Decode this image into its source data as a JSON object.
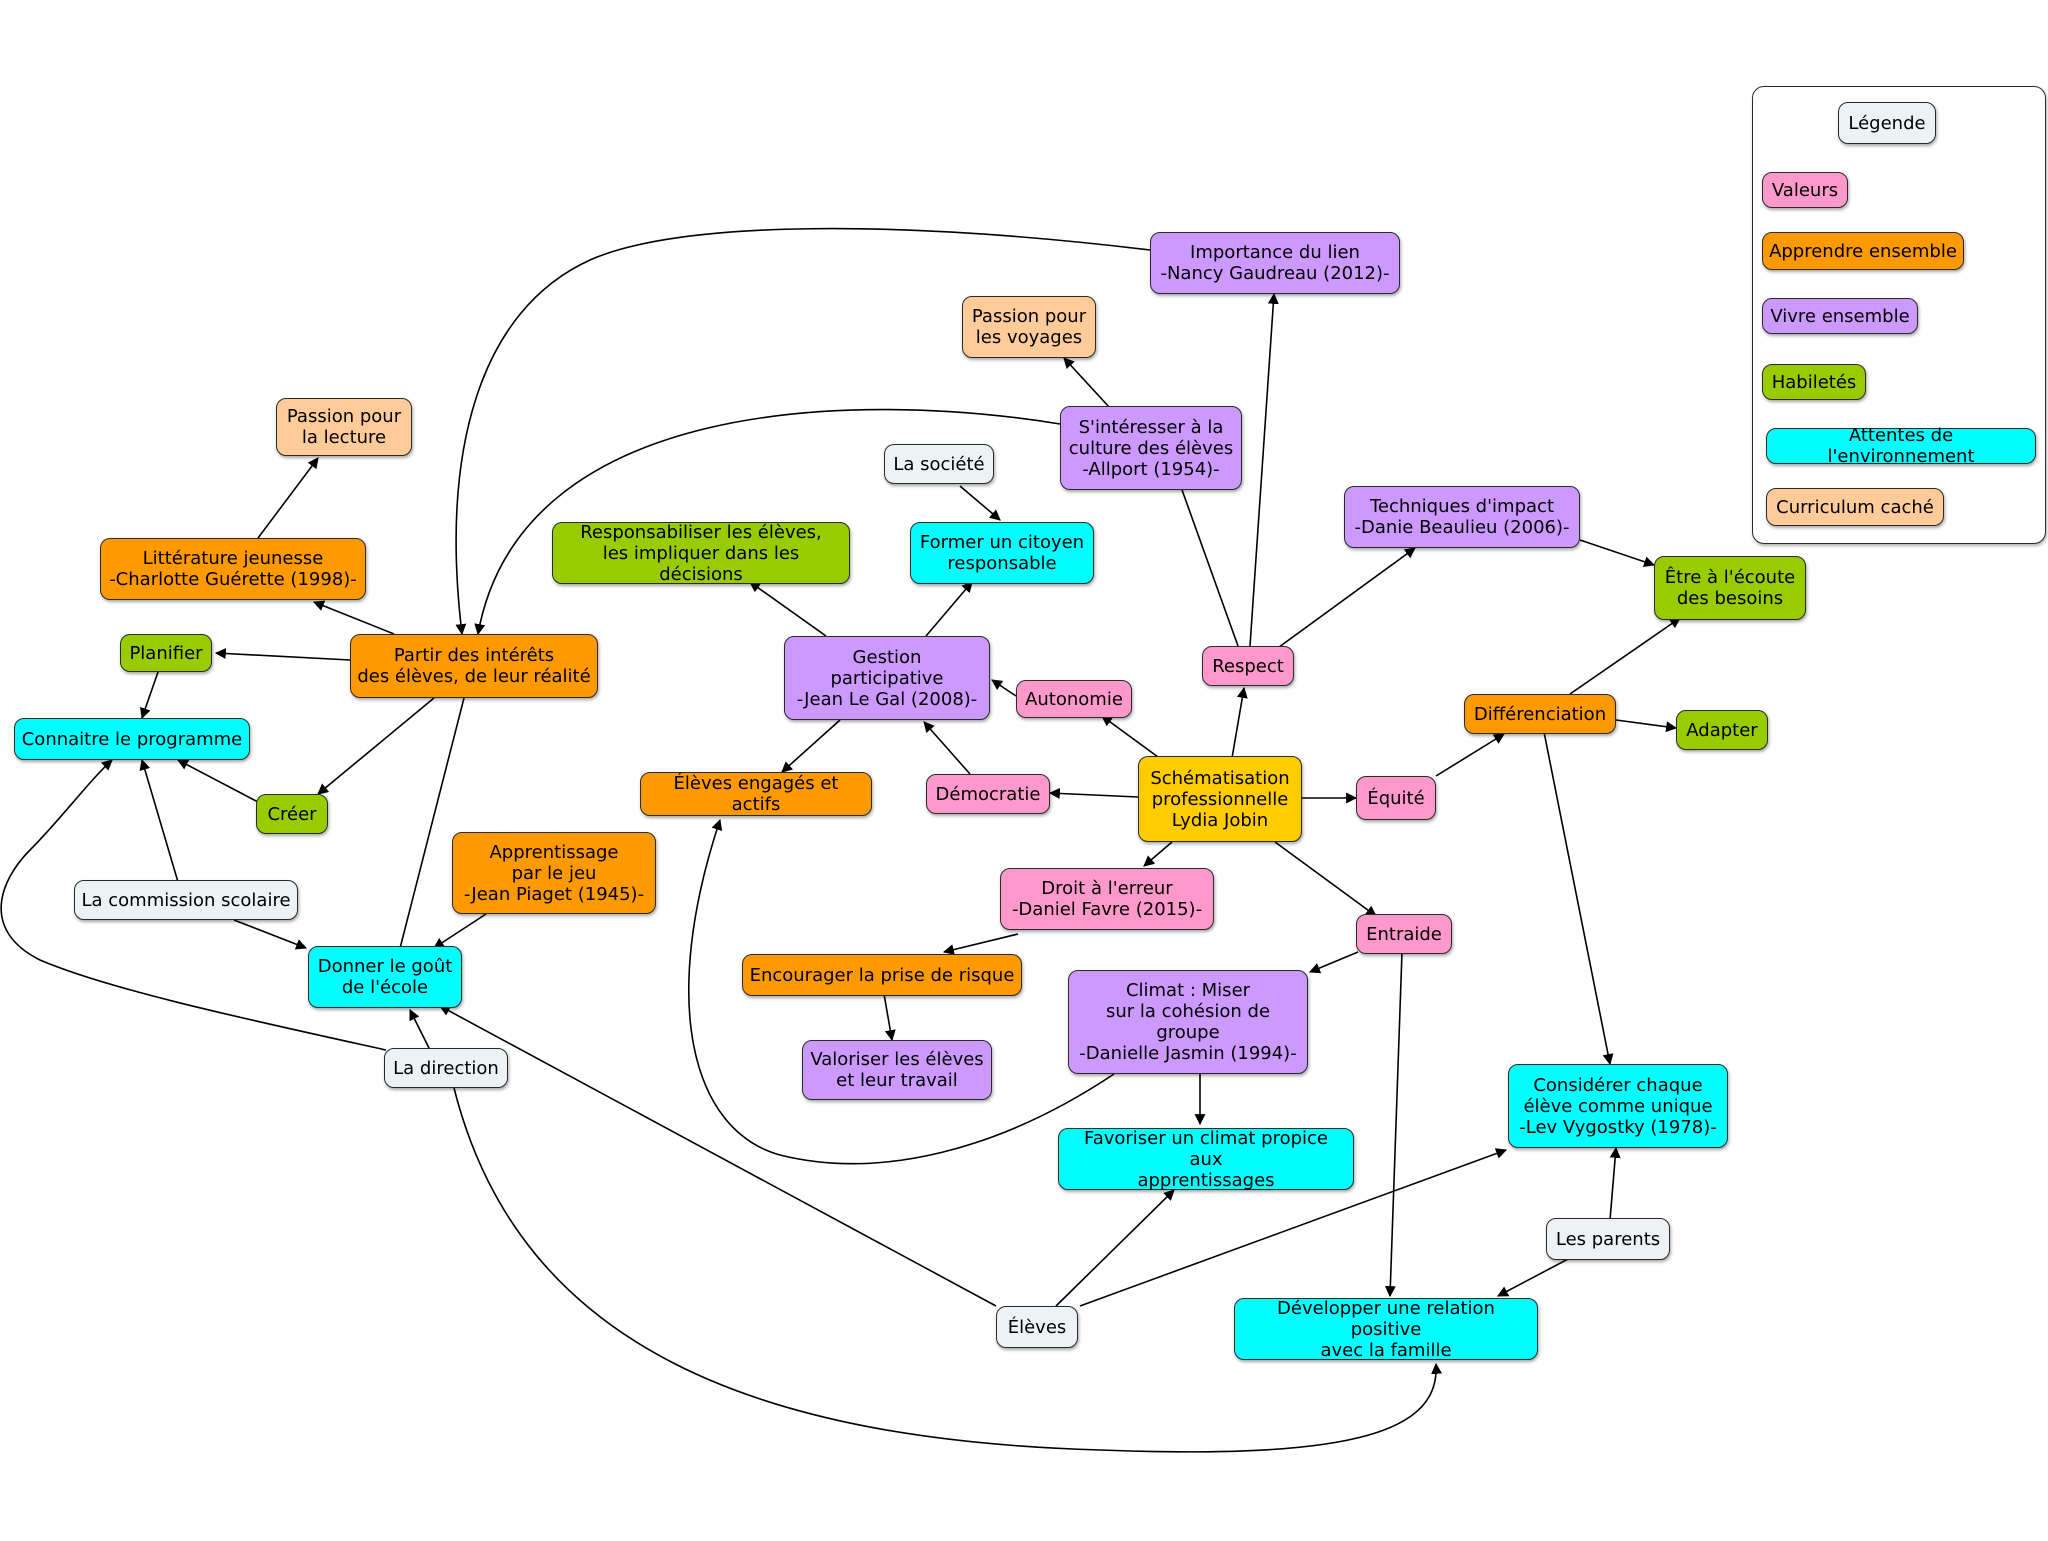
{
  "legend": {
    "title": "Légende",
    "items": {
      "valeurs": "Valeurs",
      "apprendre": "Apprendre ensemble",
      "vivre": "Vivre ensemble",
      "habiletes": "Habiletés",
      "attentes": "Attentes de l'environnement",
      "curriculum": "Curriculum caché"
    }
  },
  "colors": {
    "valeurs": "#ff99cc",
    "apprendre_ensemble": "#ff9900",
    "vivre_ensemble": "#cc99ff",
    "habiletes": "#99cc00",
    "attentes": "#00ffff",
    "curriculum_cache": "#ffcc99",
    "acteurs": "#ecf3f4",
    "centre": "#ffcc00"
  },
  "nodes": {
    "center": "Schématisation\nprofessionnelle\nLydia Jobin",
    "importance_lien": "Importance du lien\n-Nancy Gaudreau (2012)-",
    "passion_voyages": "Passion pour\nles voyages",
    "passion_lecture": "Passion pour\nla lecture",
    "interesser_culture": "S'intéresser à la\nculture des élèves\n-Allport (1954)-",
    "techniques_impact": "Techniques d'impact\n-Danie Beaulieu (2006)-",
    "la_societe": "La société",
    "litterature_jeunesse": "Littérature jeunesse\n-Charlotte Guérette (1998)-",
    "responsabiliser": "Responsabiliser les élèves,\nles impliquer dans les décisions",
    "former_citoyen": "Former un citoyen\nresponsable",
    "etre_ecoute": "Être à l'écoute\ndes besoins",
    "planifier": "Planifier",
    "partir_interets": "Partir des intérêts\ndes élèves, de leur réalité",
    "gestion_participative": "Gestion\nparticipative\n-Jean Le Gal (2008)-",
    "respect": "Respect",
    "autonomie": "Autonomie",
    "differenciation": "Différenciation",
    "adapter": "Adapter",
    "connaitre_programme": "Connaitre le programme",
    "eleves_engages": "Élèves engagés et actifs",
    "democratie": "Démocratie",
    "equite": "Équité",
    "creer": "Créer",
    "apprentissage_jeu": "Apprentissage\npar le jeu\n-Jean Piaget (1945)-",
    "droit_erreur": "Droit à l'erreur\n-Daniel Favre (2015)-",
    "commission_scolaire": "La commission scolaire",
    "entraide": "Entraide",
    "donner_gout": "Donner le goût\nde l'école",
    "encourager_risque": "Encourager la prise de risque",
    "climat": "Climat : Miser\nsur la cohésion de\ngroupe\n-Danielle Jasmin (1994)-",
    "valoriser": "Valoriser les élèves\net leur travail",
    "la_direction": "La direction",
    "considerer_unique": "Considérer chaque\nélève comme unique\n-Lev Vygostky (1978)-",
    "favoriser_climat": "Favoriser un climat propice aux\napprentissages",
    "les_parents": "Les parents",
    "eleves": "Élèves",
    "relation_famille": "Développer une relation positive\navec la famille"
  }
}
